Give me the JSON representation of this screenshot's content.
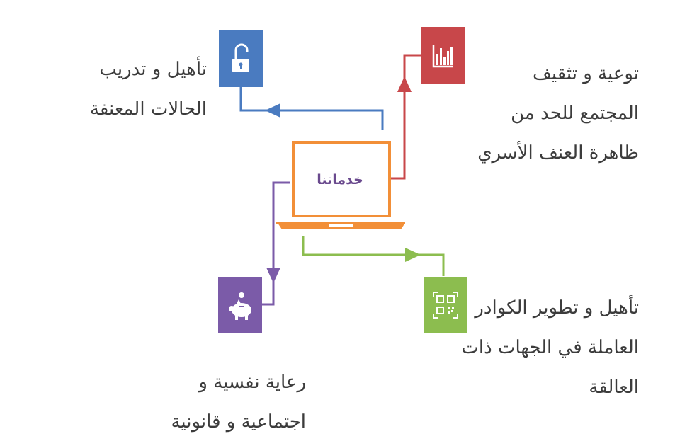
{
  "center": {
    "label": "خدماتنا",
    "icon": "laptop-icon",
    "color": "#f28f38"
  },
  "services": [
    {
      "id": "awareness",
      "icon": "bar-chart-icon",
      "color": "#c8474a",
      "lines": [
        "توعية و تثقيف",
        "المجتمع للحد من",
        "ظاهرة العنف الأسري"
      ]
    },
    {
      "id": "rehab",
      "icon": "lock-icon",
      "color": "#4a7bc0",
      "lines": [
        "تأهيل و تدريب",
        "الحالات المعنفة"
      ]
    },
    {
      "id": "care",
      "icon": "piggy-bank-icon",
      "color": "#7b5ba8",
      "lines": [
        "رعاية نفسية و",
        "اجتماعية و قانونية"
      ]
    },
    {
      "id": "staff",
      "icon": "qr-code-icon",
      "color": "#8cbd4f",
      "lines": [
        "تأهيل و تطوير الكوادر",
        "العاملة في الجهات ذات",
        "العالقة"
      ]
    }
  ]
}
